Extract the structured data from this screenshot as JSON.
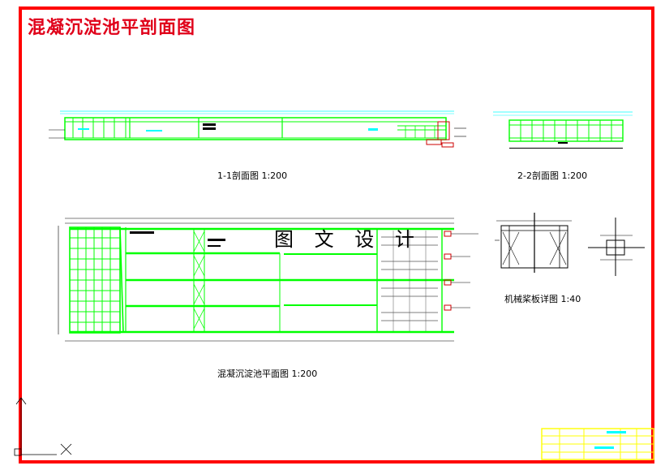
{
  "drawing": {
    "title": "混凝沉淀池平剖面图",
    "watermark": "图 文 设 计",
    "captions": {
      "section_1_1": "1-1剖面图  1:200",
      "section_2_2": "2-2剖面图  1:200",
      "plan": "混凝沉淀池平面图  1:200",
      "paddle_detail": "机械桨板详图  1:40"
    },
    "colors": {
      "frame": "#ff0000",
      "title": "#e0001a",
      "structure": "#00ff00",
      "dimension": "#00ffff",
      "lines": "#000000",
      "titleblock": "#ffff00"
    }
  }
}
